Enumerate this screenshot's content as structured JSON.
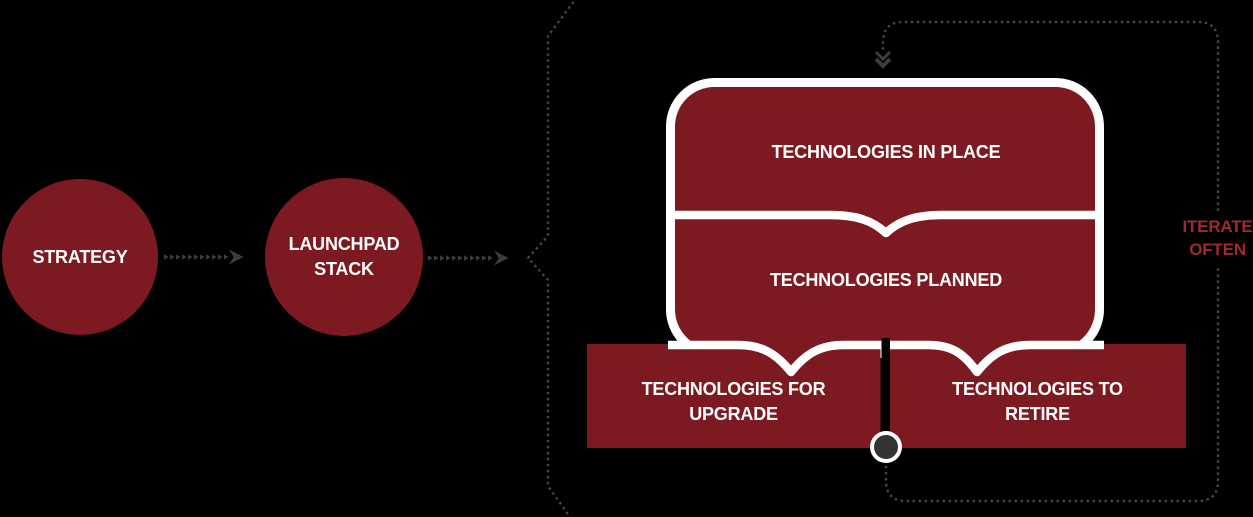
{
  "diagram": {
    "strategy_label": "STRATEGY",
    "launchpad_label": "LAUNCHPAD STACK",
    "stack": {
      "in_place": "TECHNOLOGIES IN PLACE",
      "planned": "TECHNOLOGIES PLANNED",
      "upgrade": "TECHNOLOGIES FOR UPGRADE",
      "retire": "TECHNOLOGIES TO RETIRE"
    },
    "iterate_label": "ITERATE OFTEN"
  },
  "colors": {
    "background": "#000000",
    "node_red": "#7D1A21",
    "label_white": "#FFFFFF",
    "accent_red": "#9E2B2F",
    "connector_gray": "#474747",
    "arrow_gray": "#3C3C3C",
    "pin_dark": "#333333",
    "border_white": "#FFFFFF"
  }
}
